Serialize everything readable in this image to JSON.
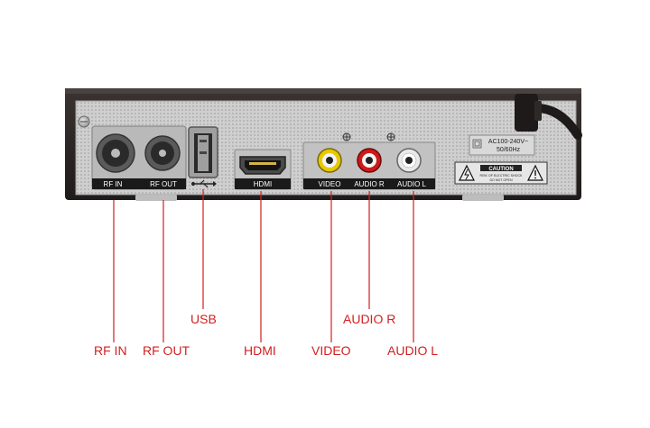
{
  "colors": {
    "callout": "#d21f1f",
    "chassis": "#2a2524",
    "panel": "#c9c9c9",
    "label_bar": "#1a1a1a"
  },
  "panel": {
    "port_labels": {
      "rf_in": "RF IN",
      "rf_out": "RF OUT",
      "hdmi": "HDMI",
      "video": "VIDEO",
      "audio_r": "AUDIO R",
      "audio_l": "AUDIO L"
    },
    "power_rating": {
      "line1": "AC100-240V~",
      "line2": "50/60Hz"
    },
    "caution": {
      "title": "CAUTION",
      "line1": "RISK OF ELECTRIC SHOCK",
      "line2": "DO NOT OPEN"
    },
    "usb_symbol": "usb-symbol-icon"
  },
  "callouts": {
    "rf_in": "RF IN",
    "rf_out": "RF OUT",
    "usb": "USB",
    "hdmi": "HDMI",
    "video": "VIDEO",
    "audio_r": "AUDIO R",
    "audio_l": "AUDIO L"
  }
}
